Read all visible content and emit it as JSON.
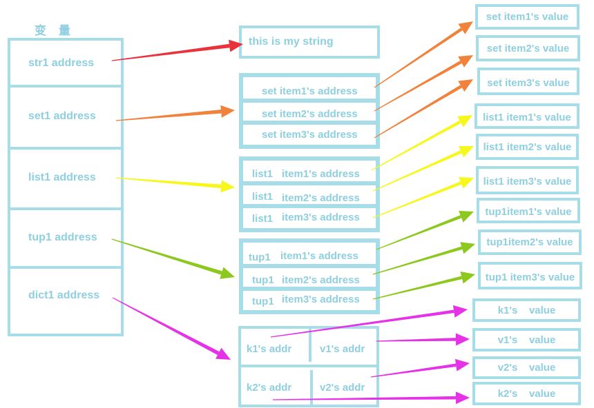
{
  "title": "变 量",
  "variables": [
    "str1 address",
    "set1 address",
    "list1 address",
    "tup1 address",
    "dict1 address"
  ],
  "string_box": "this is my string",
  "set_items": [
    "set item1's address",
    "set item2's address",
    "set item3's address"
  ],
  "list_items": {
    "prefix": "list1",
    "rest": [
      "item1's address",
      "item2's address",
      "item3's address"
    ]
  },
  "tup_items": {
    "prefix": "tup1",
    "rest": [
      "item1's address",
      "item2's address",
      "item3's address"
    ]
  },
  "dict_cells": [
    {
      "key": "k1's addr",
      "value": "v1's addr"
    },
    {
      "key": "k2's addr",
      "value": "v2's addr"
    }
  ],
  "set_values": [
    "set item1's value",
    "set item2's value",
    "set item3's value"
  ],
  "list_values": [
    "list1 item1's value",
    "list1 item2's value",
    "list1 item3's value"
  ],
  "tup_values": [
    "tup1item1's value",
    "tup1item2's value",
    "tup1 item3's value"
  ],
  "dict_values": [
    "k1's    value",
    "v1's    value",
    "v2's    value",
    "k2's    value"
  ],
  "colors": {
    "border": "#a6dde9",
    "text": "#8ecfe0",
    "str_arrow": "#e8323c",
    "set_arrow": "#f0823c",
    "list_arrow": "#f7f71e",
    "tup_arrow": "#8cc81e",
    "dict_arrow": "#e632e6"
  }
}
